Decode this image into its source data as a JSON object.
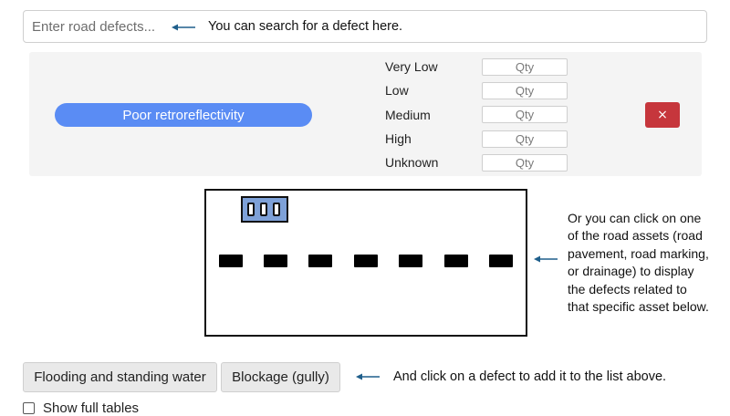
{
  "search": {
    "placeholder": "Enter road defects...",
    "value": ""
  },
  "annotations": {
    "search_hint": "You can search for a defect here.",
    "asset_hint_lines": [
      "Or you can click on one",
      "of the road assets (road",
      "pavement, road marking,",
      "or drainage) to display",
      "the defects related to",
      "that specific asset below."
    ],
    "defect_hint": "And click on a defect to add it to the list above."
  },
  "selected_defect": {
    "name": "Poor retroreflectivity",
    "severities": [
      {
        "label": "Very Low",
        "qty_placeholder": "Qty"
      },
      {
        "label": "Low",
        "qty_placeholder": "Qty"
      },
      {
        "label": "Medium",
        "qty_placeholder": "Qty"
      },
      {
        "label": "High",
        "qty_placeholder": "Qty"
      },
      {
        "label": "Unknown",
        "qty_placeholder": "Qty"
      }
    ],
    "remove_label": "×"
  },
  "road_diagram": {
    "assets": [
      "drainage",
      "road-marking",
      "road-pavement"
    ]
  },
  "defect_options": [
    "Flooding and standing water",
    "Blockage (gully)"
  ],
  "show_full_tables": {
    "label": "Show full tables",
    "checked": false
  },
  "colors": {
    "pill": "#5a8cf4",
    "remove": "#c6363c",
    "arrow": "#1f5f8b",
    "drainage": "#7ea1d8",
    "panel": "#f4f4f4"
  }
}
